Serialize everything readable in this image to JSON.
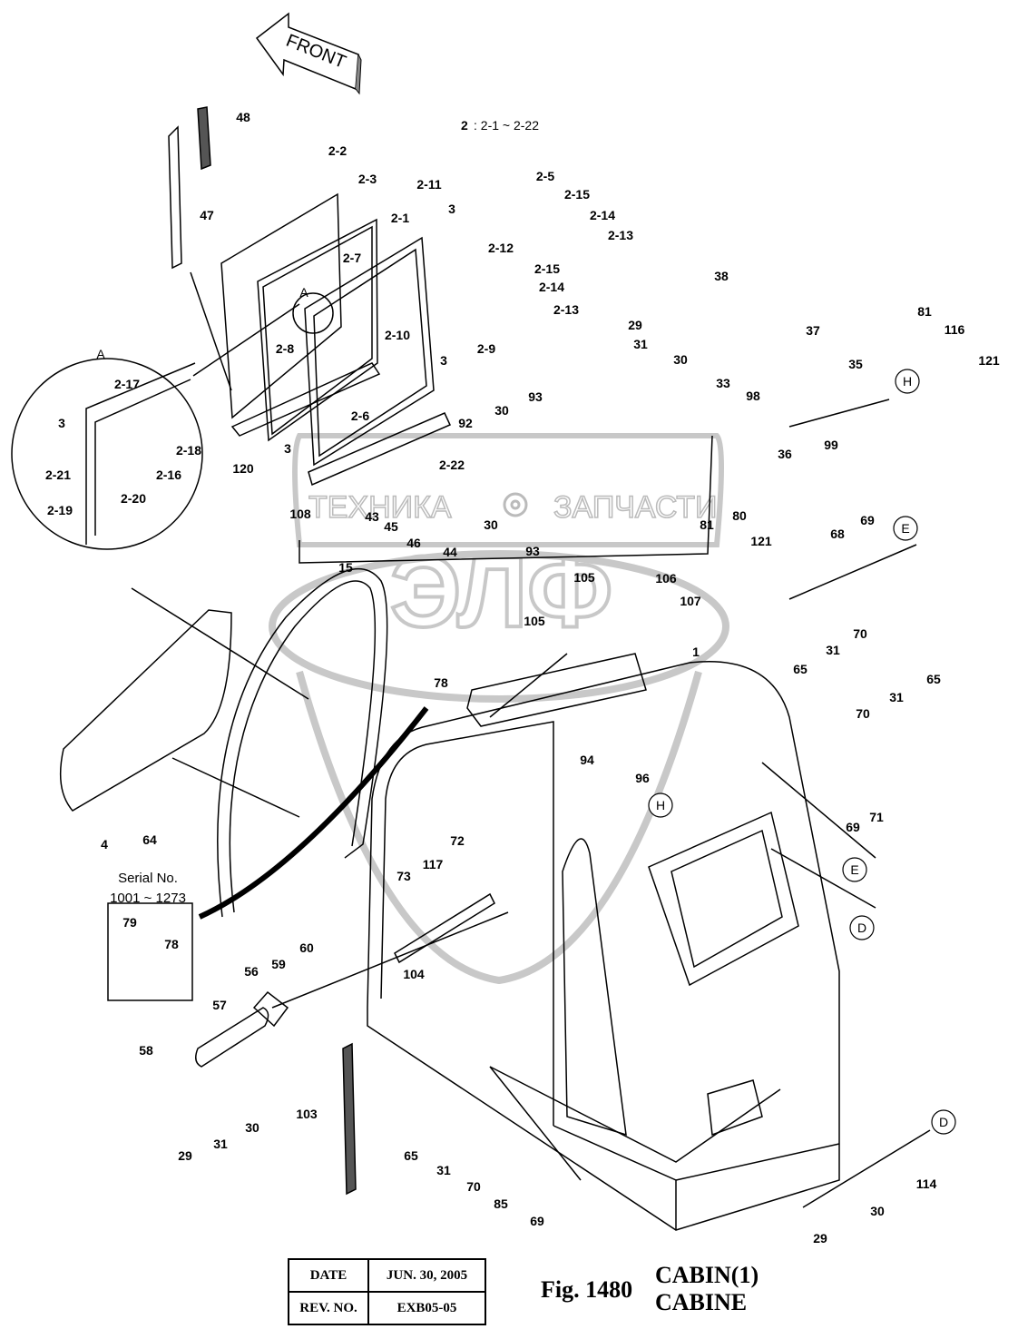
{
  "front_arrow": {
    "label": "FRONT"
  },
  "group_note": {
    "ref": "2",
    "range": ": 2-1 ~ 2-22"
  },
  "watermark": {
    "text_left": "ТЕХНИКА",
    "text_right": "ЗАПЧАСТИ",
    "logo": "ЭЛФ"
  },
  "serial_box": {
    "title": "Serial No.",
    "range": "1001 ~ 1273"
  },
  "detail_marker": "A",
  "connectors": [
    "H",
    "E",
    "H",
    "E",
    "D",
    "D"
  ],
  "part_labels": [
    "48",
    "47",
    "2-2",
    "2-3",
    "2-11",
    "3",
    "2-1",
    "2-7",
    "2-5",
    "2-15",
    "2-14",
    "2-13",
    "2-12",
    "2-15",
    "2-14",
    "2-13",
    "A",
    "2-8",
    "2-10",
    "2-9",
    "3",
    "2-6",
    "120",
    "3",
    "2-22",
    "92",
    "30",
    "93",
    "30",
    "93",
    "108",
    "43",
    "45",
    "46",
    "44",
    "A",
    "2-17",
    "3",
    "2-18",
    "2-16",
    "2-21",
    "2-20",
    "2-19",
    "29",
    "31",
    "30",
    "38",
    "37",
    "33",
    "98",
    "35",
    "81",
    "116",
    "121",
    "36",
    "99",
    "81",
    "80",
    "121",
    "69",
    "68",
    "65",
    "31",
    "70",
    "15",
    "105",
    "106",
    "107",
    "105",
    "78",
    "1",
    "4",
    "64",
    "65",
    "31",
    "70",
    "94",
    "96",
    "69",
    "71",
    "72",
    "117",
    "73",
    "79",
    "78",
    "60",
    "59",
    "56",
    "104",
    "57",
    "58",
    "29",
    "31",
    "30",
    "103",
    "65",
    "31",
    "70",
    "85",
    "69",
    "114",
    "30",
    "29"
  ],
  "revision_table": {
    "date_label": "DATE",
    "date_value": "JUN. 30, 2005",
    "rev_label": "REV. NO.",
    "rev_value": "EXB05-05"
  },
  "figure": {
    "number": "Fig. 1480",
    "title_en": "CABIN(1)",
    "title_fr": "CABINE"
  }
}
